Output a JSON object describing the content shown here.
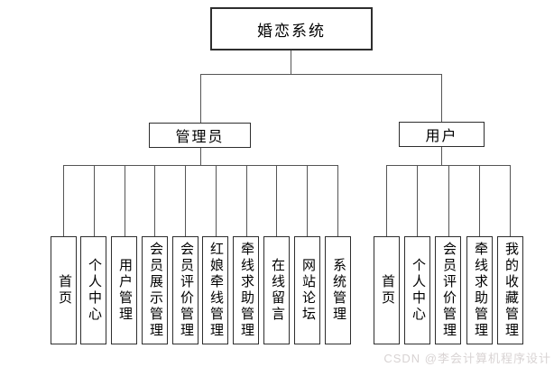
{
  "diagram": {
    "title": "婚恋系统",
    "admin": {
      "label": "管理员",
      "children": [
        "首页",
        "个人中心",
        "用户管理",
        "会员展示管理",
        "会员评价管理",
        "红娘牵线管理",
        "牵线求助管理",
        "在线留言",
        "网站论坛",
        "系统管理"
      ]
    },
    "user": {
      "label": "用户",
      "children": [
        "首页",
        "个人中心",
        "会员评价管理",
        "牵线求助管理",
        "我的收藏管理"
      ]
    }
  },
  "watermark": "CSDN @李会计算机程序设计",
  "colors": {
    "background": "#ffffff",
    "box_border": "#2e2e2e",
    "connector_line": "#555555",
    "text": "#000000",
    "watermark_text": "#d8d3d3"
  }
}
